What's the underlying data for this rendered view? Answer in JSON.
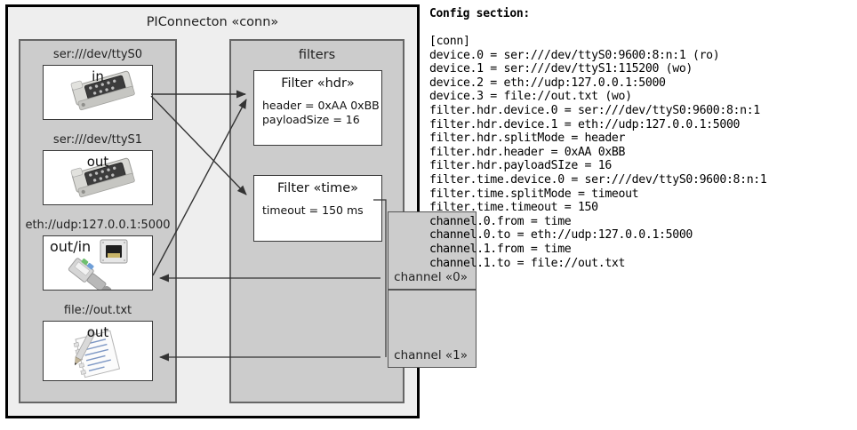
{
  "diagram": {
    "title": "PIConnecton «conn»",
    "devices_panel": {
      "name": "devices",
      "items": [
        {
          "label": "ser:///dev/ttyS0",
          "direction": "in",
          "icon": "serial-port-icon"
        },
        {
          "label": "ser:///dev/ttyS1",
          "direction": "out",
          "icon": "serial-port-icon"
        },
        {
          "label": "eth://udp:127.0.0.1:5000",
          "direction": "out/in",
          "icon": "ethernet-plug-icon"
        },
        {
          "label": "file://out.txt",
          "direction": "out",
          "icon": "text-document-icon"
        }
      ]
    },
    "filters_panel": {
      "title": "filters",
      "filters": [
        {
          "title": "Filter «hdr»",
          "props": [
            "header = 0xAA 0xBB",
            "payloadSize = 16"
          ]
        },
        {
          "title": "Filter «time»",
          "props": [
            "timeout = 150 ms"
          ]
        }
      ],
      "channels": [
        {
          "label": "channel «0»"
        },
        {
          "label": "channel «1»"
        }
      ]
    }
  },
  "config": {
    "heading": "Config section:",
    "lines": [
      "[conn]",
      "device.0 = ser:///dev/ttyS0:9600:8:n:1 (ro)",
      "device.1 = ser:///dev/ttyS1:115200 (wo)",
      "device.2 = eth://udp:127.0.0.1:5000",
      "device.3 = file://out.txt (wo)",
      "filter.hdr.device.0 = ser:///dev/ttyS0:9600:8:n:1",
      "filter.hdr.device.1 = eth://udp:127.0.0.1:5000",
      "filter.hdr.splitMode = header",
      "filter.hdr.header = 0xAA 0xBB",
      "filter.hdr.payloadSIze = 16",
      "filter.time.device.0 = ser:///dev/ttyS0:9600:8:n:1",
      "filter.time.splitMode = timeout",
      "filter.time.timeout = 150",
      "channel.0.from = time",
      "channel.0.to = eth://udp:127.0.0.1:5000",
      "channel.1.from = time",
      "channel.1.to = file://out.txt"
    ]
  },
  "colors": {
    "outer_fill": "#eeeeee",
    "panel_fill": "#cccccc",
    "box_fill": "#ffffff",
    "border_dark": "#000000",
    "border_gray": "#666666",
    "line": "#333333"
  }
}
